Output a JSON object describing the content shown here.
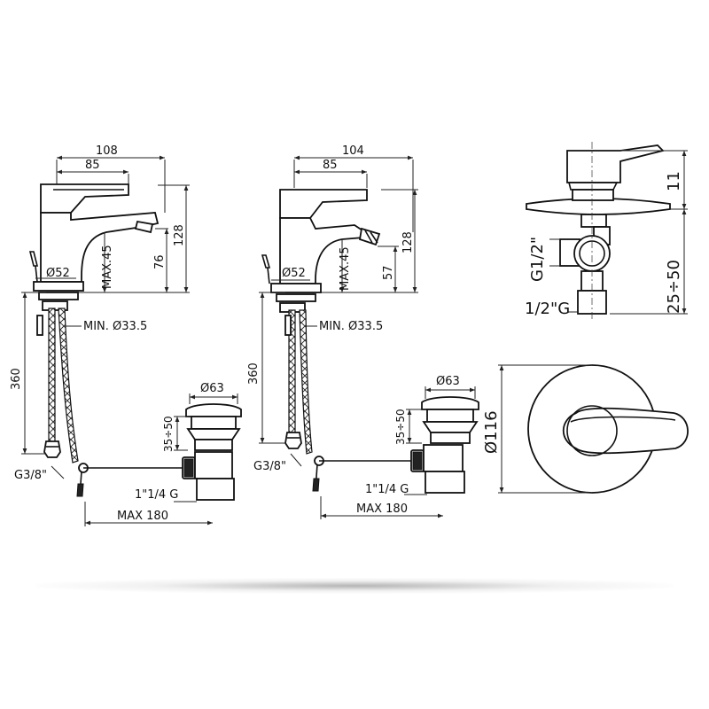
{
  "basin_mixer": {
    "width_total": "108",
    "width_lever": "85",
    "height_total": "128",
    "height_spout": "76",
    "max_thickness": "MAX.45",
    "base_diameter": "Ø52",
    "hole_min": "MIN. Ø33.5",
    "hose_length": "360",
    "connection": "G3/8\"",
    "max_rod": "MAX 180",
    "waste_diameter": "Ø63",
    "waste_range": "35÷50",
    "waste_thread": "1\"1/4 G"
  },
  "bidet_mixer": {
    "width_total": "104",
    "width_lever": "85",
    "height_total": "128",
    "height_spout": "57",
    "max_thickness": "MAX.45",
    "base_diameter": "Ø52",
    "hole_min": "MIN. Ø33.5",
    "hose_length": "360",
    "connection": "G3/8\"",
    "max_rod": "MAX 180",
    "waste_diameter": "Ø63",
    "waste_range": "35÷50",
    "waste_thread": "1\"1/4 G"
  },
  "concealed_mixer": {
    "depth_plate": "11",
    "depth_range": "25÷50",
    "inlet_thread": "G1/2\"",
    "outlet_thread": "1/2\"G",
    "plate_diameter": "Ø116"
  }
}
